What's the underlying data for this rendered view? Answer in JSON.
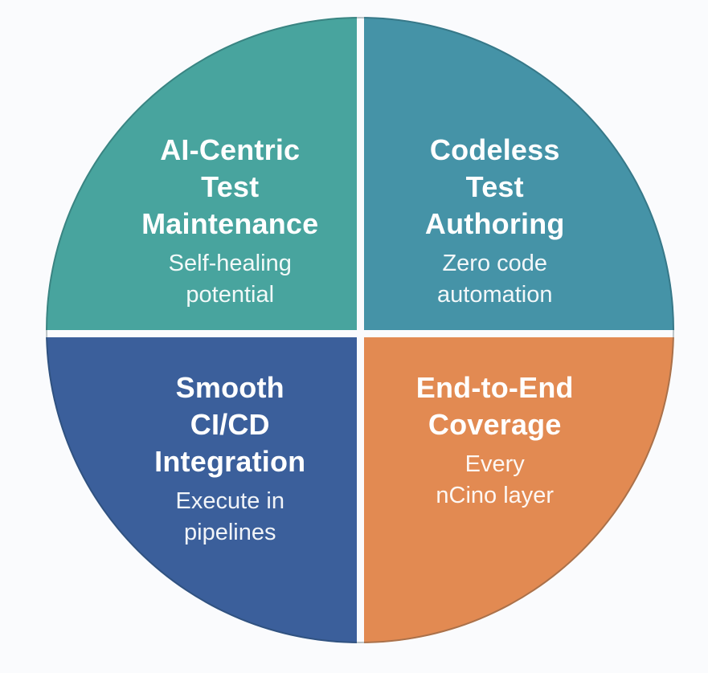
{
  "canvas": {
    "background_color": "#fafbfd",
    "divider_color": "#ffffff"
  },
  "diagram": {
    "type": "quadrant-circle",
    "title_color": "#ffffff",
    "subtitle_color": "#f0f6f5",
    "quadrants": [
      {
        "position": "top-left",
        "color": "#48a49e",
        "title_lines": [
          "AI-Centric",
          "Test",
          "Maintenance"
        ],
        "subtitle_lines": [
          "Self-healing",
          "potential"
        ]
      },
      {
        "position": "top-right",
        "color": "#4593a7",
        "title_lines": [
          "Codeless",
          "Test",
          "Authoring"
        ],
        "subtitle_lines": [
          "Zero code",
          "automation"
        ]
      },
      {
        "position": "bottom-left",
        "color": "#3b5f9b",
        "title_lines": [
          "Smooth",
          "CI/CD",
          "Integration"
        ],
        "subtitle_lines": [
          "Execute in",
          "pipelines"
        ]
      },
      {
        "position": "bottom-right",
        "color": "#e28a52",
        "title_lines": [
          "End-to-End",
          "Coverage"
        ],
        "subtitle_lines": [
          "Every",
          "nCino layer"
        ]
      }
    ]
  }
}
